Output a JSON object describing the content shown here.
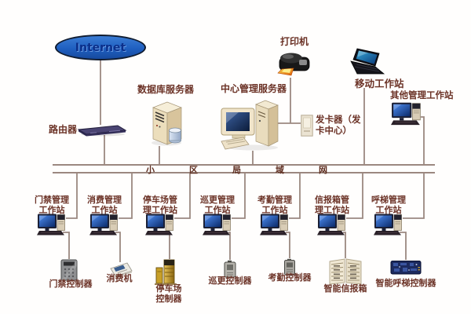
{
  "colors": {
    "background": "#ffffff",
    "connector_line": "#9b8880",
    "label_text": "#6b3226",
    "internet_fill": "#1f5fc0",
    "internet_text": "#0b2f8a",
    "monitor_screen_blue": "#2a6fe0",
    "server_beige": "#e9dcbd",
    "parking_gold": "#c8a028",
    "router_navy": "#4a4472"
  },
  "top": {
    "internet": {
      "label": "Internet",
      "icon": "internet-cloud-icon"
    },
    "router": {
      "label": "路由器",
      "icon": "router-icon"
    },
    "database_server": {
      "label": "数据库服务器",
      "icon": "tower-server-icon"
    },
    "central_server": {
      "label": "中心管理服务器",
      "icon": "desktop-server-icon"
    },
    "printer": {
      "label": "打印机",
      "icon": "printer-icon"
    },
    "card_issuer": {
      "label": "发卡器（发卡中心）",
      "icon": "card-issuer-box-icon"
    },
    "mobile_workstation": {
      "label": "移动工作站",
      "icon": "laptop-icon"
    },
    "other_workstation": {
      "label": "其他管理工作站",
      "icon": "desktop-computer-icon"
    }
  },
  "bus": {
    "label": "小区局域网"
  },
  "columns": [
    {
      "workstation": "门禁管理工作站",
      "device": "门禁控制器",
      "workstation_icon": "desktop-computer-icon",
      "device_icon": "access-keypad-icon"
    },
    {
      "workstation": "消费管理工作站",
      "device": "消费机",
      "workstation_icon": "desktop-computer-icon",
      "device_icon": "pos-terminal-icon"
    },
    {
      "workstation": "停车场管理工作站",
      "device": "停车场控制器",
      "workstation_icon": "desktop-computer-icon",
      "device_icon": "parking-controller-icon"
    },
    {
      "workstation": "巡更管理工作站",
      "device": "巡更控制器",
      "workstation_icon": "desktop-computer-icon",
      "device_icon": "patrol-reader-icon"
    },
    {
      "workstation": "考勤管理工作站",
      "device": "考勤控制器",
      "workstation_icon": "desktop-computer-icon",
      "device_icon": "attendance-reader-icon"
    },
    {
      "workstation": "信报箱管理工作站",
      "device": "智能信报箱",
      "workstation_icon": "desktop-computer-icon",
      "device_icon": "mailbox-array-icon"
    },
    {
      "workstation": "呼梯管理工作站",
      "device": "智能呼梯控制器",
      "workstation_icon": "desktop-computer-icon",
      "device_icon": "circuit-board-icon"
    }
  ]
}
